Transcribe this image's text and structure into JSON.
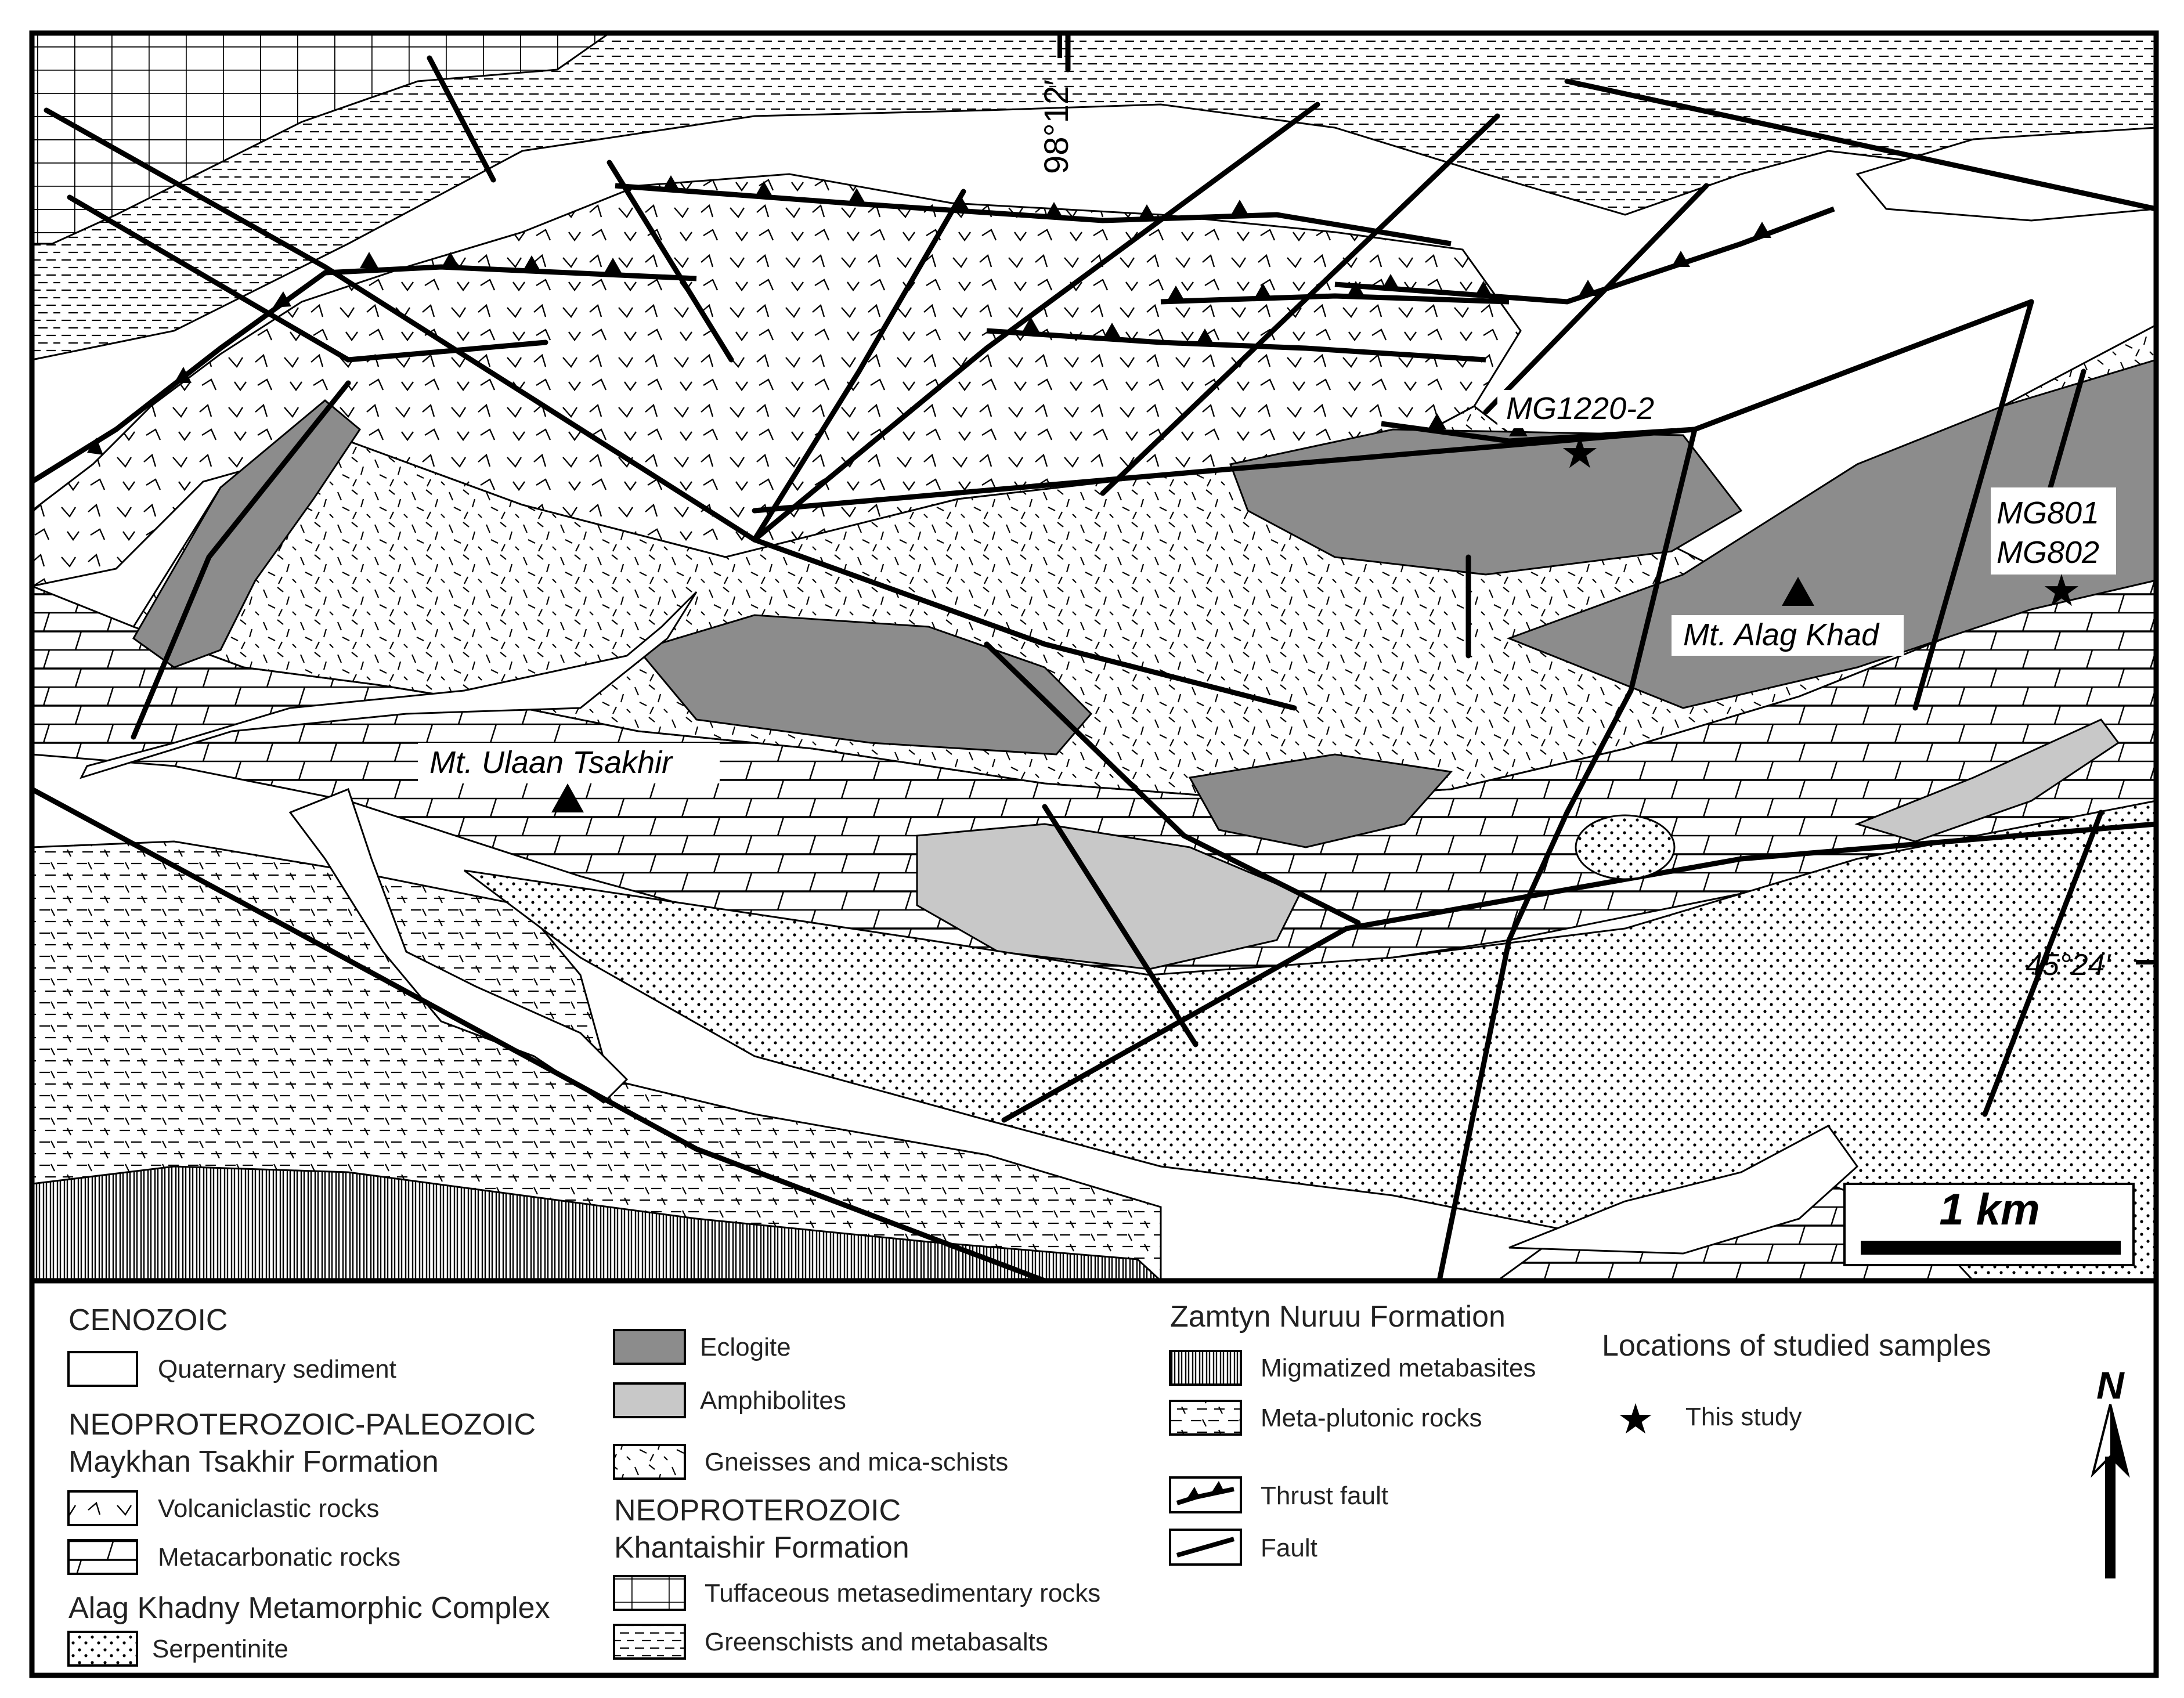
{
  "map": {
    "coordinates": {
      "longitude": "98°12′",
      "latitude": "45°24′"
    },
    "places": {
      "ulaan": "Mt. Ulaan Tsakhir",
      "alag": "Mt. Alag Khad"
    },
    "samples": {
      "mg1220": "MG1220-2",
      "mg801": "MG801",
      "mg802": "MG802"
    },
    "scale_bar": "1 km",
    "north": "N"
  },
  "legend": {
    "cenozoic": "CENOZOIC",
    "quaternary": "Quaternary sediment",
    "neo_paleo": "NEOPROTEROZOIC-PALEOZOIC",
    "maykhan": "Maykhan Tsakhir Formation",
    "volcaniclastic": "Volcaniclastic rocks",
    "metacarbonatic": "Metacarbonatic rocks",
    "alag_complex": "Alag Khadny Metamorphic Complex",
    "serpentinite": "Serpentinite",
    "eclogite": "Eclogite",
    "amphibolites": "Amphibolites",
    "gneisses": "Gneisses and mica-schists",
    "neoproterozoic": "NEOPROTEROZOIC",
    "khantaishir": "Khantaishir Formation",
    "tuffaceous": "Tuffaceous metasedimentary rocks",
    "greenschists": "Greenschists and metabasalts",
    "zamtyn": "Zamtyn Nuruu Formation",
    "migmatized": "Migmatized metabasites",
    "metaplutonic": "Meta-plutonic rocks",
    "thrust": "Thrust fault",
    "fault": "Fault",
    "locations": "Locations of studied samples",
    "this_study": "This study"
  },
  "colors": {
    "eclogite": "#8c8c8c",
    "amphibolite": "#c8c8c8",
    "line": "#000000"
  }
}
